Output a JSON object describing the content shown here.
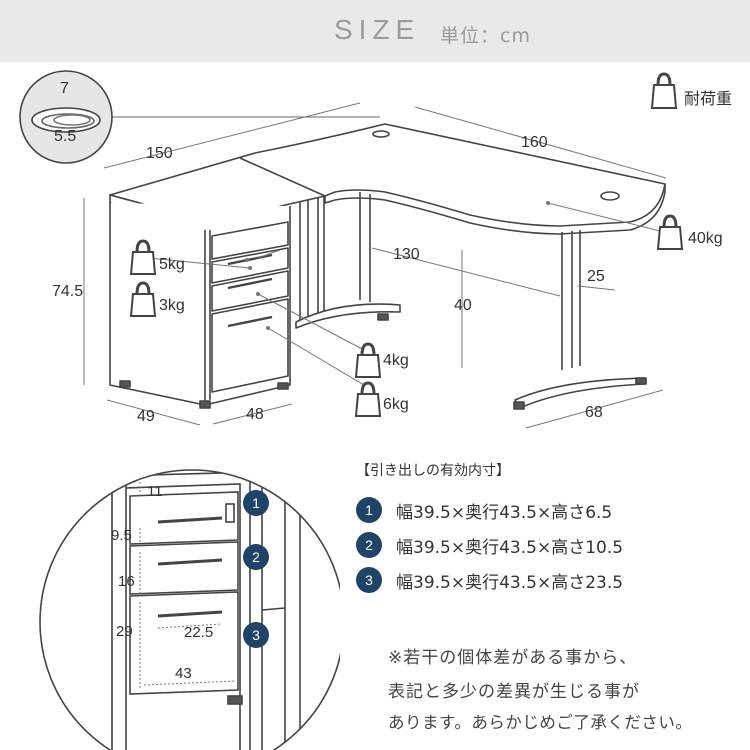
{
  "header": {
    "title": "SIZE",
    "unit": "単位：cm"
  },
  "legend": {
    "label": "耐荷重"
  },
  "dimensions": {
    "grommet_w": "7",
    "grommet_h": "5.5",
    "left_width": "150",
    "right_width": "160",
    "height": "74.5",
    "inner_depth": "130",
    "right_depth": "40",
    "leg_width": "25",
    "base_depth_left": "49",
    "cabinet_width": "48",
    "right_base": "68"
  },
  "loads": {
    "shelf": "5kg",
    "drawer1": "3kg",
    "drawer2": "4kg",
    "drawer3": "6kg",
    "desk": "40kg"
  },
  "detail": {
    "d1": "11",
    "d2": "9.5",
    "d3": "16",
    "d4": "29",
    "handle": "22.5",
    "inner_w": "43",
    "badges": [
      "1",
      "2",
      "3"
    ]
  },
  "drawers": {
    "heading": "【引き出しの有効内寸】",
    "items": [
      {
        "num": "1",
        "text": "幅39.5×奥行43.5×高さ6.5"
      },
      {
        "num": "2",
        "text": "幅39.5×奥行43.5×高さ10.5"
      },
      {
        "num": "3",
        "text": "幅39.5×奥行43.5×高さ23.5"
      }
    ]
  },
  "note": {
    "line1": "※若干の個体差がある事から、",
    "line2": "表記と多少の差異が生じる事が",
    "line3": "あります。あらかじめご了承ください。"
  }
}
